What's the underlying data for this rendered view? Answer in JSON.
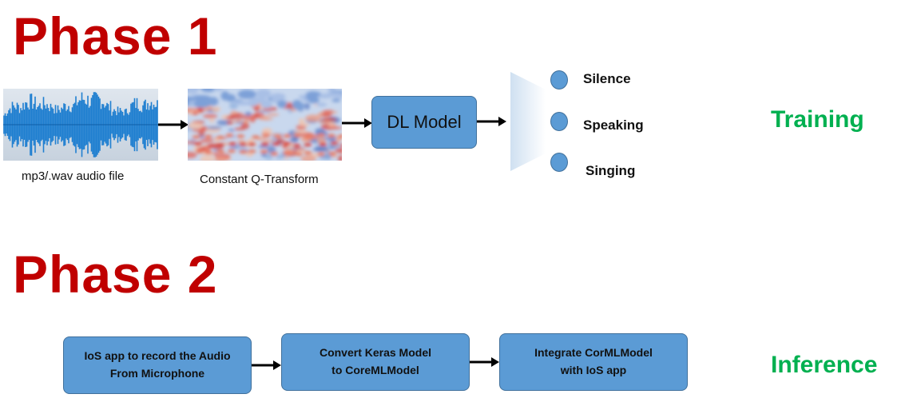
{
  "phase1": {
    "title": "Phase 1",
    "audio_caption": "mp3/.wav audio file",
    "transform_caption": "Constant Q-Transform",
    "model_label": "DL Model",
    "classes": [
      "Silence",
      "Speaking",
      "Singing"
    ],
    "mode_label": "Training"
  },
  "phase2": {
    "title": "Phase 2",
    "steps": [
      "IoS app to record the Audio\nFrom Microphone",
      "Convert Keras Model\nto CoreMLModel",
      "Integrate CorMLModel\nwith IoS app"
    ],
    "mode_label": "Inference"
  },
  "colors": {
    "phase_title": "#c00000",
    "mode_label": "#00b050",
    "box_fill": "#5b9bd5",
    "box_border": "#41719c",
    "waveform": "#1f7fd0"
  }
}
